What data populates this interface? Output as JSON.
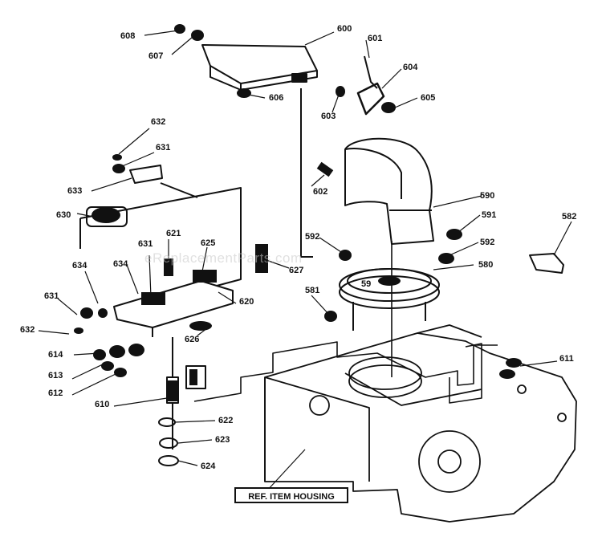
{
  "diagram": {
    "labels": {
      "p600": "600",
      "p601": "601",
      "p604": "604",
      "p605": "605",
      "p606": "606",
      "p603": "603",
      "p607": "607",
      "p608": "608",
      "p632a": "632",
      "p631a": "631",
      "p633": "633",
      "p630": "630",
      "p602": "602",
      "p590": "590",
      "p591": "591",
      "p582": "582",
      "p592a": "592",
      "p592b": "592",
      "p580": "580",
      "p59": "59",
      "p621": "621",
      "p631b": "631",
      "p625": "625",
      "p627": "627",
      "p634a": "634",
      "p634b": "634",
      "p620": "620",
      "p581": "581",
      "p631c": "631",
      "p632b": "632",
      "p626": "626",
      "p614": "614",
      "p613": "613",
      "p612": "612",
      "p611": "611",
      "p610": "610",
      "p622": "622",
      "p623": "623",
      "p624": "624"
    },
    "ref_box": "REF. ITEM HOUSING",
    "watermark": "eReplacementParts.com"
  }
}
